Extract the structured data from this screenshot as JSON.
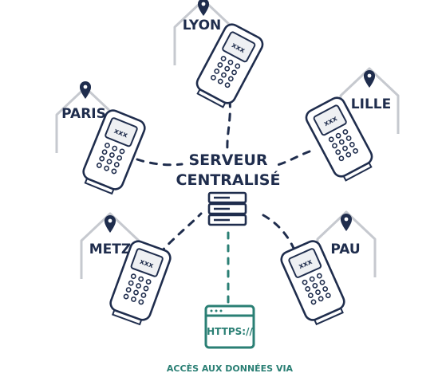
{
  "colors": {
    "ink": "#1f2d4d",
    "house": "#c6c9cf",
    "accent": "#2a7f74",
    "terminal_screen": "#eef0f3",
    "pin": "#1f2d4d"
  },
  "server": {
    "label_line1": "SERVEUR",
    "label_line2": "CENTRALISÉ",
    "icon": "server-rack-icon"
  },
  "sites": [
    {
      "id": "lyon",
      "label": "LYON",
      "icon": "location-pin-icon"
    },
    {
      "id": "paris",
      "label": "PARIS",
      "icon": "location-pin-icon"
    },
    {
      "id": "lille",
      "label": "LILLE",
      "icon": "location-pin-icon"
    },
    {
      "id": "metz",
      "label": "METZ",
      "icon": "location-pin-icon"
    },
    {
      "id": "pau",
      "label": "PAU",
      "icon": "location-pin-icon"
    }
  ],
  "terminal": {
    "screen_text": "xxx",
    "icon": "payment-terminal-icon"
  },
  "web_access": {
    "browser_text": "HTTPS://",
    "caption": "ACCÈS AUX DONNÉES VIA",
    "icon": "browser-window-icon"
  }
}
